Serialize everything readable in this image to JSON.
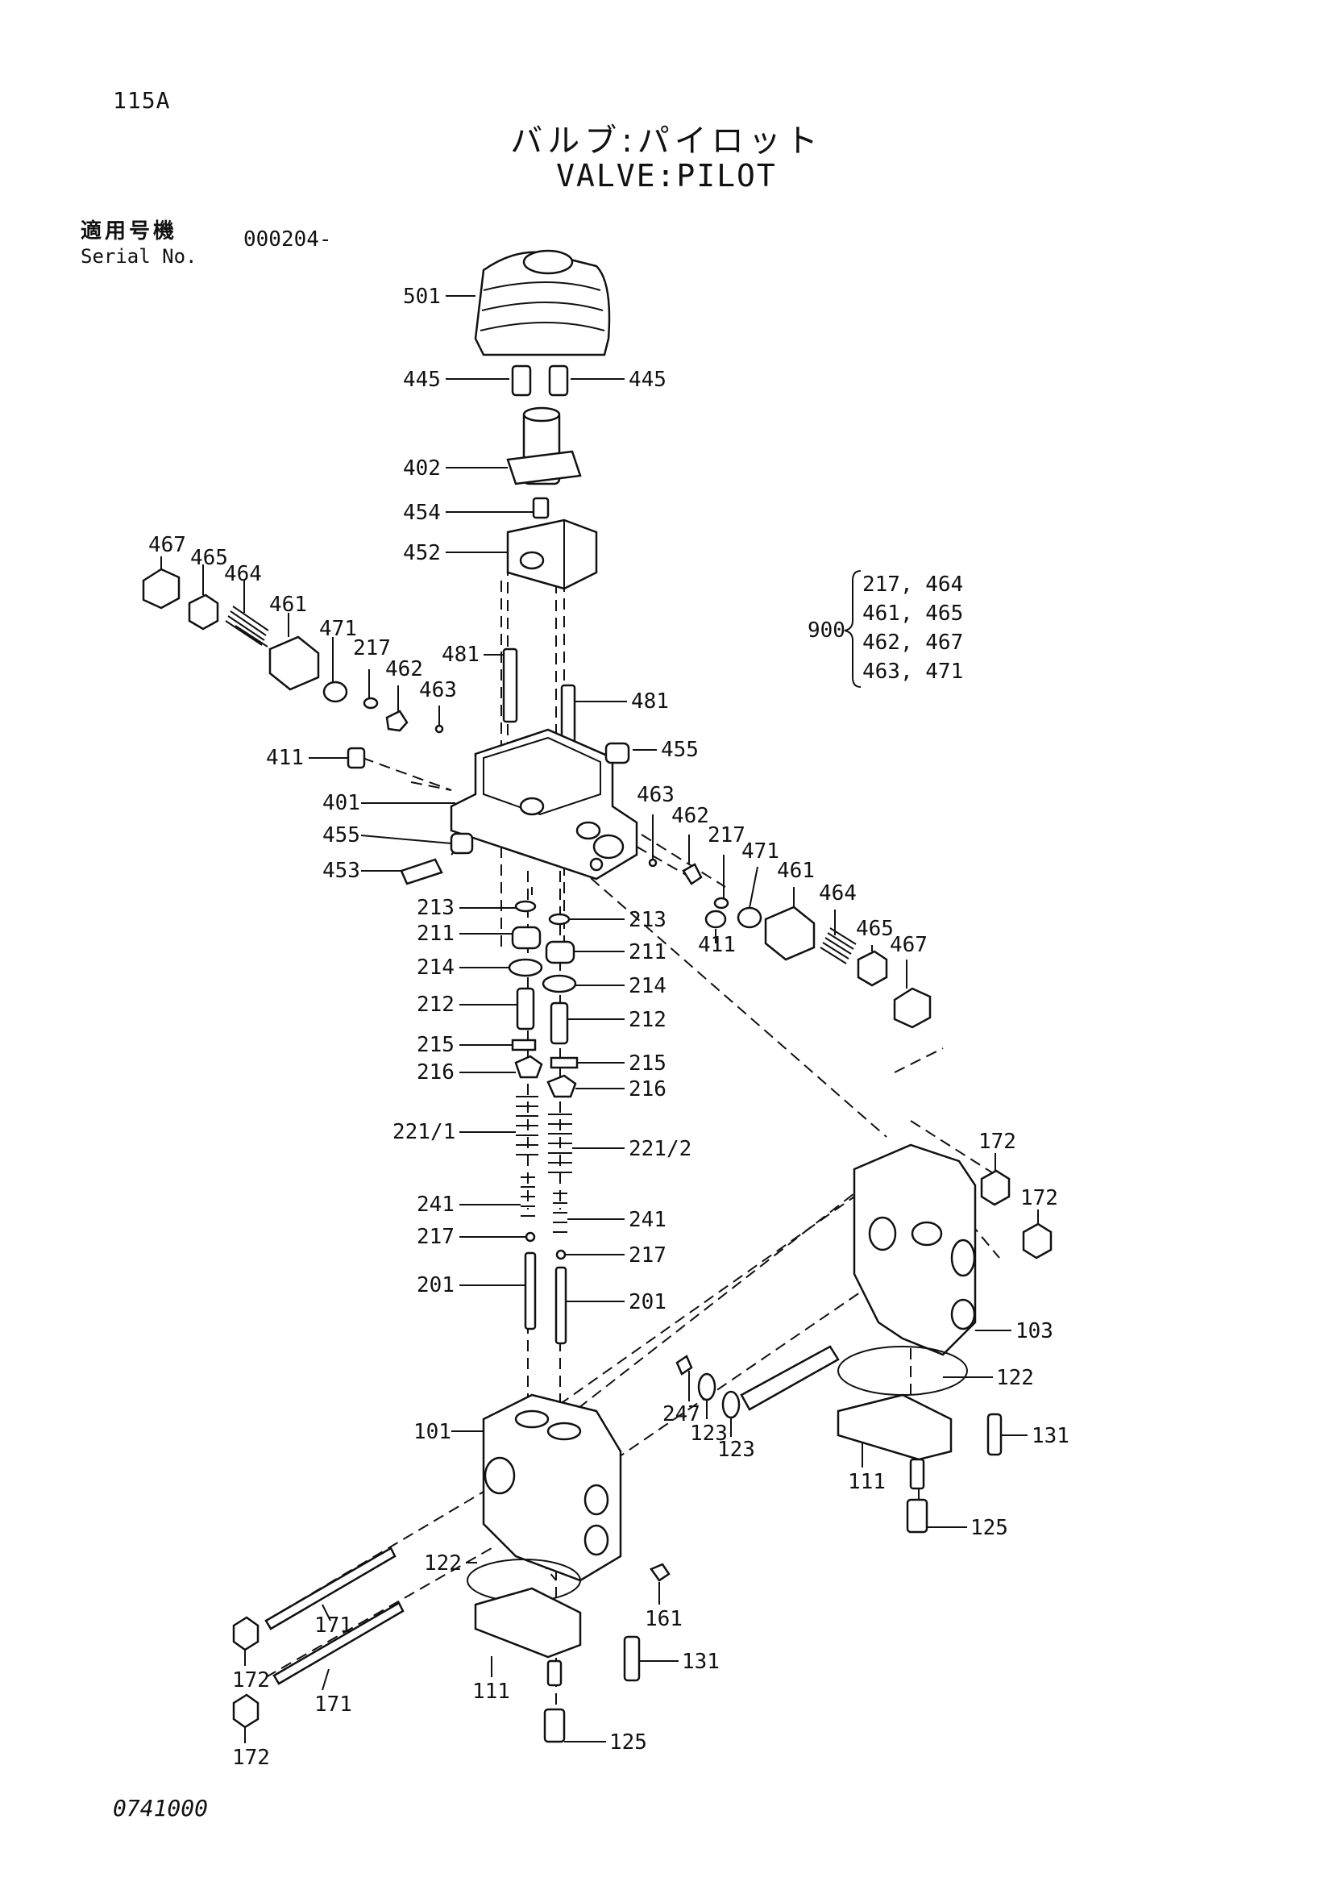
{
  "header": {
    "page_code": "115A",
    "title_ja": "バルブ:パイロット",
    "title_en": "VALVE:PILOT",
    "serial_label_ja": "適用号機",
    "serial_label_en": "Serial No.",
    "serial_value": "000204-"
  },
  "footer": {
    "drawing_code": "0741000"
  },
  "kit": {
    "number": "900",
    "rows": [
      "217, 464",
      "461, 465",
      "462, 467",
      "463, 471"
    ]
  },
  "callouts": {
    "c501": "501",
    "c445a": "445",
    "c445b": "445",
    "c402": "402",
    "c454": "454",
    "c452": "452",
    "c467a": "467",
    "c465a": "465",
    "c464a": "464",
    "c461a": "461",
    "c471a": "471",
    "c217a": "217",
    "c462a": "462",
    "c463a": "463",
    "c481a": "481",
    "c481b": "481",
    "c411a": "411",
    "c455a": "455",
    "c401": "401",
    "c455b": "455",
    "c453": "453",
    "c463b": "463",
    "c462b": "462",
    "c217b": "217",
    "c471b": "471",
    "c461b": "461",
    "c464b": "464",
    "c465b": "465",
    "c467b": "467",
    "c411b": "411",
    "c213a": "213",
    "c213b": "213",
    "c211a": "211",
    "c211b": "211",
    "c214a": "214",
    "c214b": "214",
    "c212a": "212",
    "c212b": "212",
    "c215a": "215",
    "c215b": "215",
    "c216a": "216",
    "c216b": "216",
    "c2211": "221/1",
    "c2212": "221/2",
    "c241a": "241",
    "c241b": "241",
    "c217c": "217",
    "c217d": "217",
    "c201a": "201",
    "c201b": "201",
    "c172a": "172",
    "c172b": "172",
    "c103": "103",
    "c122a": "122",
    "c247": "247",
    "c123a": "123",
    "c123b": "123",
    "c131a": "131",
    "c111a": "111",
    "c125a": "125",
    "c101": "101",
    "c122b": "122",
    "c161": "161",
    "c171a": "171",
    "c171b": "171",
    "c131b": "131",
    "c172c": "172",
    "c111b": "111",
    "c172d": "172",
    "c125b": "125"
  }
}
